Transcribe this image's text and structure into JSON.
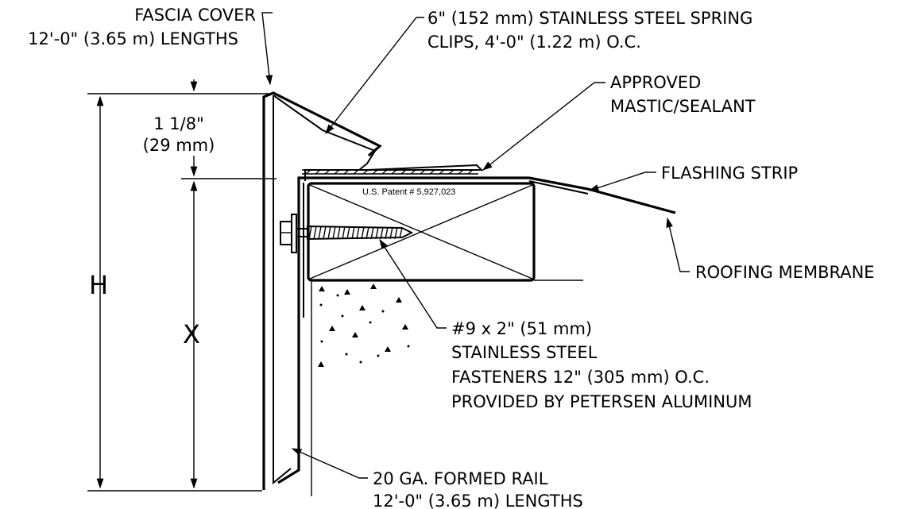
{
  "labels": {
    "fascia_cover_1": "FASCIA COVER",
    "fascia_cover_2": "12'-0\" (3.65 m) LENGTHS",
    "spring_clips_1": "6\" (152 mm) STAINLESS STEEL SPRING",
    "spring_clips_2": "CLIPS, 4'-0\" (1.22 m) O.C.",
    "mastic_1": "APPROVED",
    "mastic_2": "MASTIC/SEALANT",
    "flashing_strip": "FLASHING STRIP",
    "roofing_membrane": "ROOFING MEMBRANE",
    "fasteners_1": "#9 x 2\" (51 mm)",
    "fasteners_2": "STAINLESS STEEL",
    "fasteners_3": "FASTENERS 12\" (305 mm) O.C.",
    "fasteners_4": "PROVIDED BY PETERSEN ALUMINUM",
    "rail_1": "20 GA. FORMED RAIL",
    "rail_2": "12'-0\" (3.65 m) LENGTHS",
    "patent": "U.S. Patent # 5,927,023"
  },
  "dimensions": {
    "offset_1": "1 1/8\"",
    "offset_2": "(29 mm)",
    "height": "H",
    "x": "X"
  },
  "colors": {
    "line": "#000000",
    "background": "#ffffff"
  }
}
